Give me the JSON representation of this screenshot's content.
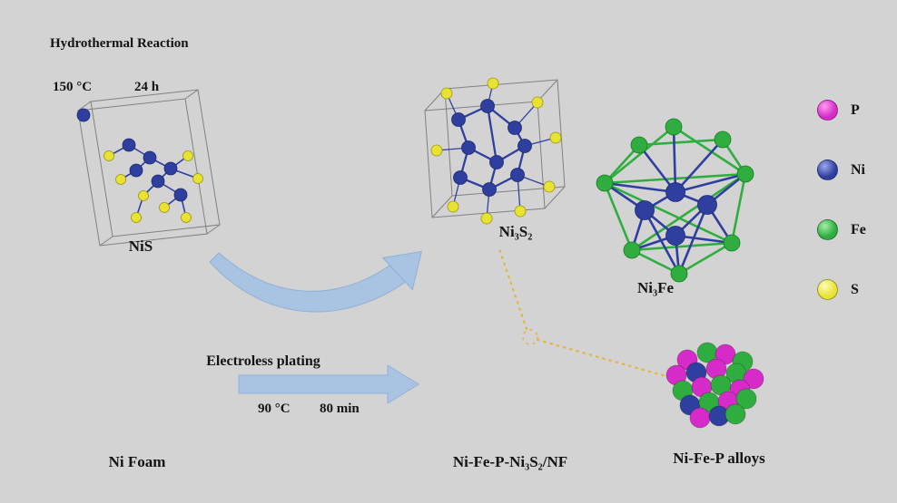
{
  "colors": {
    "bg": "#d3d3d3",
    "ink": "#141414",
    "p": "#d62bc8",
    "ni": "#2f3f9f",
    "fe": "#2fae3f",
    "s": "#e8e332",
    "arrow": "#a9c4e2",
    "arrowedge": "#8fb0d6",
    "dash": "#e6b33c",
    "foamdark": "#7e7e7e",
    "foamlight": "#c4c4c4",
    "cagedark": "#46526a",
    "cagelight": "#7b89a3"
  },
  "labels": {
    "hydrothermal_reaction": "Hydrothermal Reaction",
    "hydro_temp": "150 °C",
    "hydro_time": "24 h",
    "nis": "NiS",
    "ni3s2": "Ni₃S₂",
    "ni3fe": "Ni₃Fe",
    "ni_foam": "Ni Foam",
    "electroless_plating": "Electroless plating",
    "plating_temp": "90 °C",
    "plating_time": "80 min",
    "product": "Ni-Fe-P-Ni₃S₂/NF",
    "alloys": "Ni-Fe-P alloys"
  },
  "legend": {
    "items": [
      {
        "label": "P",
        "color": "#d62bc8"
      },
      {
        "label": "Ni",
        "color": "#2f3f9f"
      },
      {
        "label": "Fe",
        "color": "#2fae3f"
      },
      {
        "label": "S",
        "color": "#e8e332"
      }
    ]
  }
}
